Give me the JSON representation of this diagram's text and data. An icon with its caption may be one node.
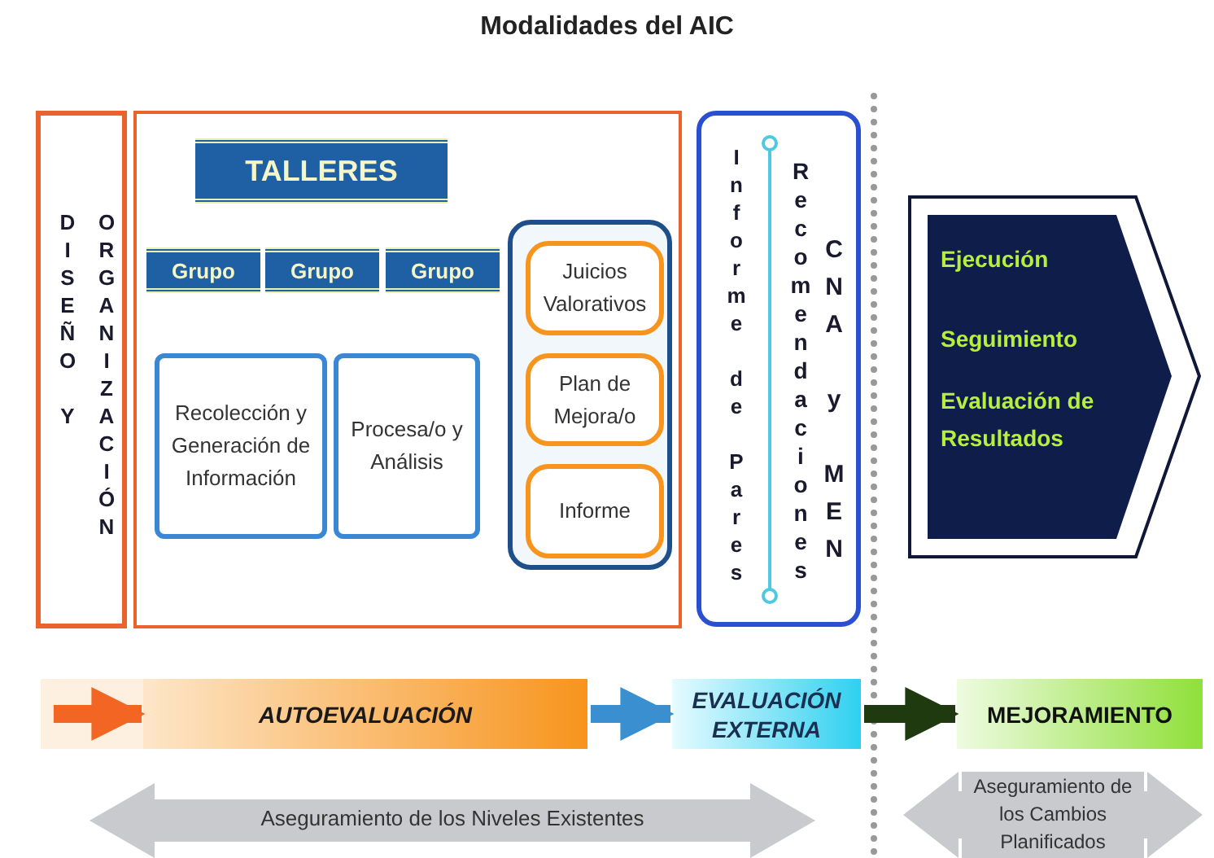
{
  "diagram": {
    "title": "Modalidades del AIC",
    "nodes": [
      {
        "text": [
          "DISEÑO Y ORGANIZACIÓN"
        ]
      },
      {
        "text": [],
        "shape": "box"
      },
      {
        "text": [
          "TALLERES"
        ],
        "in": 1
      },
      {
        "text": [
          "Grupo"
        ],
        "in": 1
      },
      {
        "text": [
          "Grupo"
        ],
        "in": 1
      },
      {
        "text": [
          "Grupo"
        ],
        "in": 1
      },
      {
        "text": [
          "Recolección y Generación de Información"
        ],
        "in": 1
      },
      {
        "text": [
          "Procesa/o y Análisis"
        ],
        "in": 1
      },
      {
        "text": [],
        "shape": "box",
        "in": 1
      },
      {
        "text": [
          "Juicios Valorativos"
        ],
        "in": 8
      },
      {
        "text": [
          "Plan de Mejora/o"
        ],
        "in": 8
      },
      {
        "text": [
          "Informe"
        ],
        "in": 8
      },
      {
        "text": [
          "Informe de Pares",
          "Recomendaciones",
          "CNA y MEN"
        ]
      },
      {
        "text": [
          "Ejecución",
          "Seguimiento",
          "Evaluación de Resultados"
        ]
      },
      {
        "text": [
          "AUTOEVALUACIÓN"
        ]
      },
      {
        "text": [
          "EVALUACIÓN EXTERNA"
        ]
      },
      {
        "text": [
          "MEJORAMIENTO"
        ]
      },
      {
        "text": [
          "Aseguramiento de los Niveles Existentes"
        ]
      },
      {
        "text": [
          "Aseguramiento de los Cambios Planificados"
        ]
      }
    ],
    "edges": [
      {
        "from": null,
        "to": 14,
        "arrow": "to",
        "color": "#f26522"
      },
      {
        "from": 14,
        "to": 15,
        "arrow": "to",
        "color": "#3a8fd0"
      },
      {
        "from": 15,
        "to": 16,
        "arrow": "to",
        "color": "#1f3a0f"
      }
    ]
  }
}
